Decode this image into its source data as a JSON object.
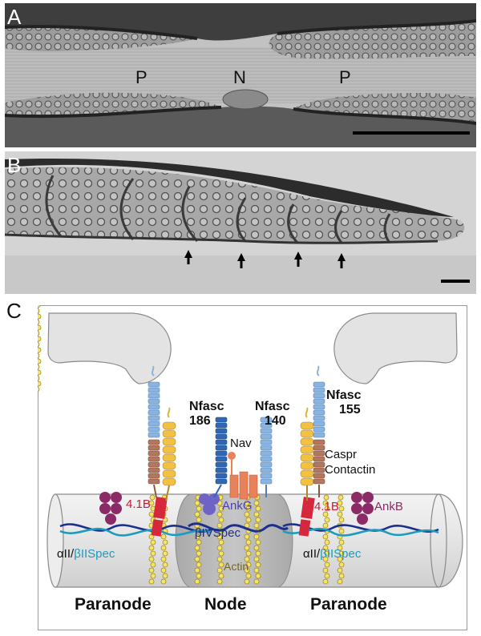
{
  "panel_a": {
    "label": "A",
    "regions": {
      "paranode_left": "P",
      "node": "N",
      "paranode_right": "P"
    }
  },
  "panel_b": {
    "label": "B"
  },
  "panel_c": {
    "label": "C",
    "proteins": {
      "nfasc186_line1": "Nfasc",
      "nfasc186_line2": "186",
      "nfasc140_line1": "Nfasc",
      "nfasc140_line2": "140",
      "nfasc155_line1": "Nfasc",
      "nfasc155_line2": "155",
      "nav": "Nav",
      "caspr": "Caspr",
      "contactin": "Contactin",
      "b41_left": "4.1B",
      "b41_right": "4.1B",
      "ankg": "AnkG",
      "ankb": "AnkB",
      "alpha_left": "αII/",
      "beta_left": "βIISpec",
      "biv": "βIVSpec",
      "actin": "Actin",
      "alpha_right": "αII/",
      "beta_right": "βIISpec"
    },
    "regions": {
      "paranode_left": "Paranode",
      "node": "Node",
      "paranode_right": "Paranode"
    },
    "colors": {
      "nfasc_light_blue": "#8ab4e0",
      "nfasc_dark_blue": "#2f67b3",
      "caspr_yellow": "#f2c144",
      "contactin_brown": "#b3765e",
      "nav_orange": "#e9825a",
      "b41_red": "#d6283c",
      "ank_purple": "#8b2a66",
      "ankg_violet": "#7063c6",
      "spectrin_navy": "#1b2f8c",
      "spectrin_teal": "#1d9bbd",
      "actin_yellow": "#f6e46a",
      "axon_grey": "#e7e7e7",
      "node_grey": "#b9b9b9",
      "glia_grey": "#e3e3e3"
    }
  }
}
